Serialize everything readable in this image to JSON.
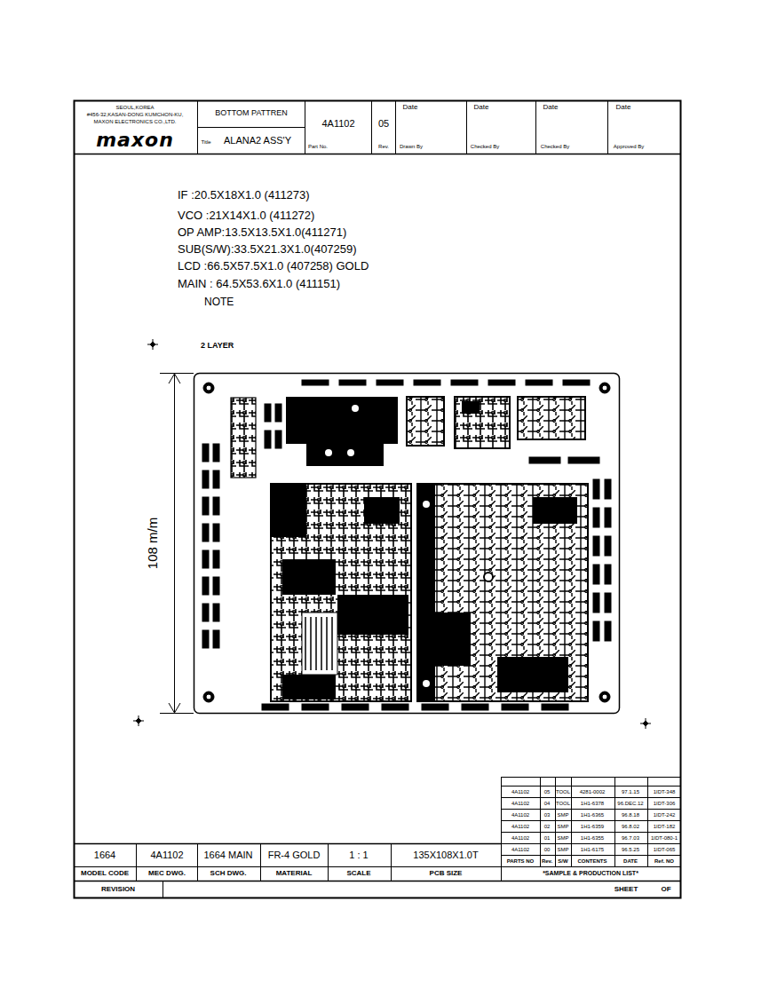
{
  "diagram": {
    "labels": [
      "maxon",
      "MAXON ELECTRONICS CO.,LTD.",
      "#456-32,KASAN-DONG KUMCHON-KU,",
      "SEOUL,KOREA",
      "BOTTOM PATTREN",
      "Title",
      "ALANA2 ASS'Y",
      "4A1102",
      "Part No.",
      "05",
      "Rev.",
      "Date",
      "Drawn By",
      "Date",
      "Checked By",
      "Date",
      "Checked By",
      "Date",
      "Approved By",
      "IF :20.5X18X1.0 (411273)",
      "VCO :21X14X1.0 (411272)",
      "OP AMP:13.5X13.5X1.0(411271)",
      "SUB(S/W):33.5X21.3X1.0(407259)",
      "LCD :66.5X57.5X1.0 (407258) GOLD",
      "MAIN : 64.5X53.6X1.0 (411151)",
      "NOTE",
      "2 LAYER",
      "108 m/m",
      "4A1102",
      "05",
      "TOOL",
      "4281-0002",
      "97.1.15",
      "1IDT-348",
      "4A1102",
      "04",
      "TOOL",
      "1H1-6378",
      "96.DEC.12",
      "1IDT-306",
      "4A1102",
      "03",
      "SMP",
      "1H1-6365",
      "96.8.18",
      "1IDT-242",
      "4A1102",
      "02",
      "SMP",
      "1H1-6359",
      "96.8.02",
      "1IDT-182",
      "4A1102",
      "01",
      "SMP",
      "1H1-6355",
      "96.7.03",
      "1IDT-080-1",
      "4A1102",
      "00",
      "SMP",
      "1H1-6175",
      "96.5.25",
      "1IDT-065",
      "PARTS NO",
      "Rev.",
      "S/W",
      "CONTENTS",
      "DATE",
      "Ref. NO",
      "*SAMPLE & PRODUCTION LIST*",
      "1664",
      "4A1102",
      "1664 MAIN",
      "FR-4 GOLD",
      "1 : 1",
      "135X108X1.0T",
      "MODEL CODE",
      "MEC DWG.",
      "SCH DWG.",
      "MATERIAL",
      "SCALE",
      "PCB  SIZE",
      "REVISION",
      "SHEET",
      "OF"
    ]
  }
}
